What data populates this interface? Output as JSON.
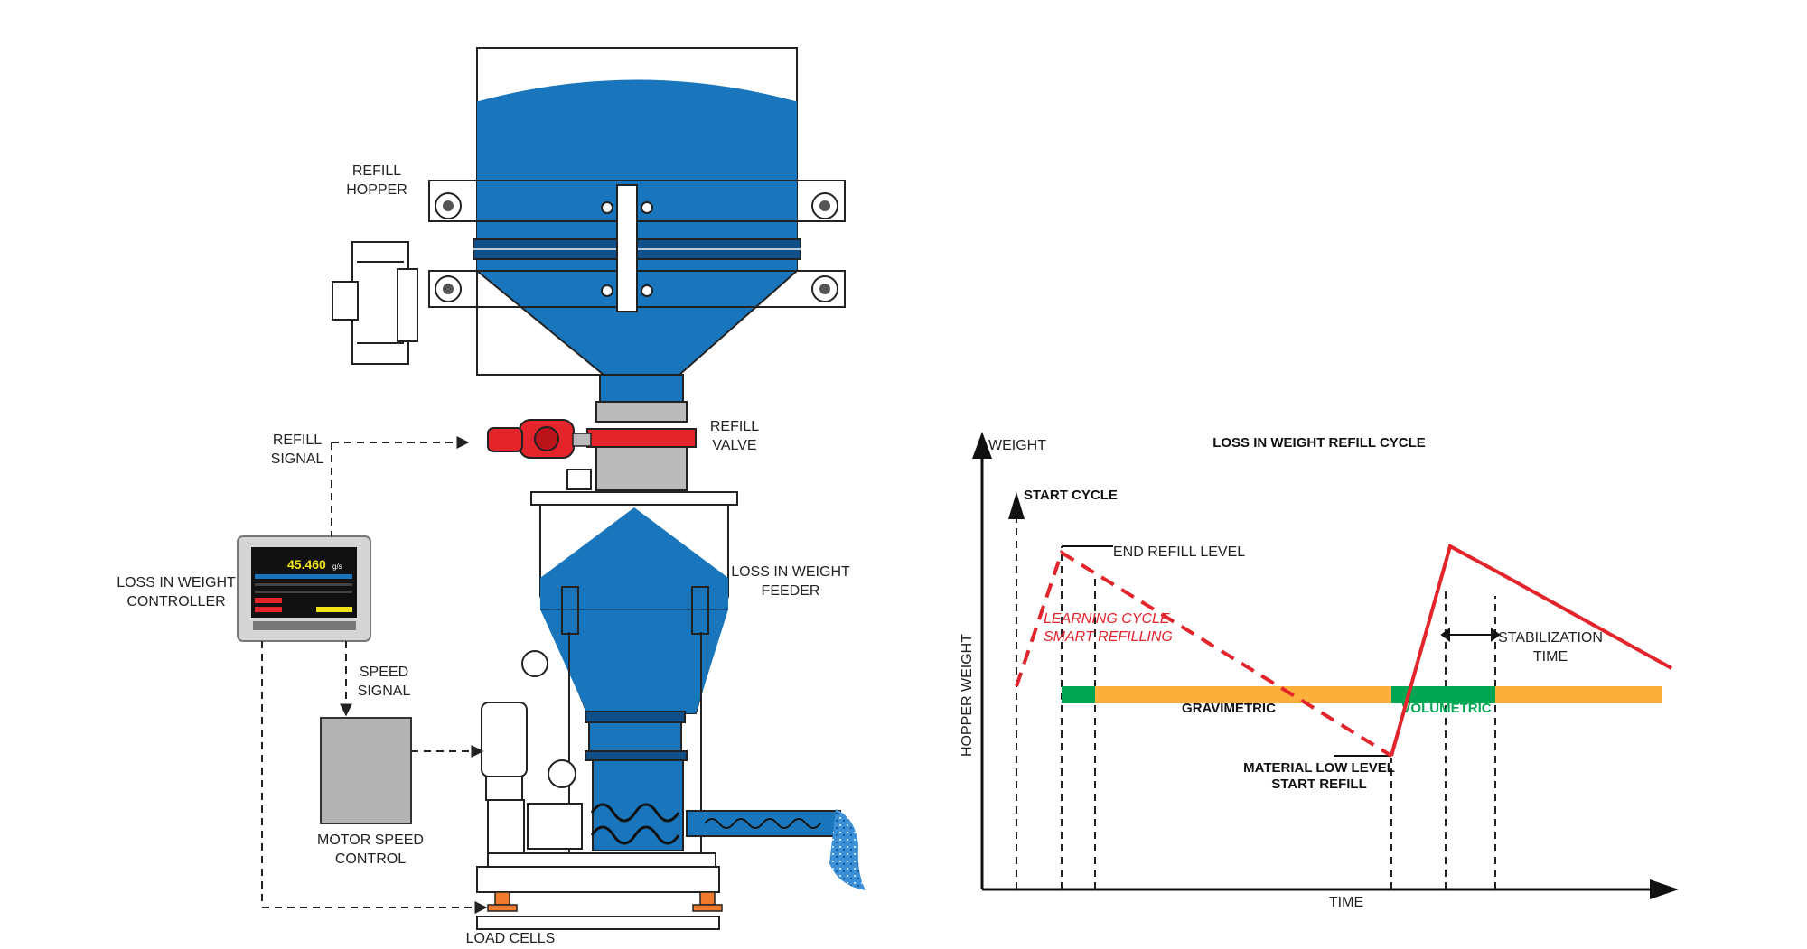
{
  "machine": {
    "refill_hopper": [
      "REFILL",
      "HOPPER"
    ],
    "refill_valve": [
      "REFILL",
      "VALVE"
    ],
    "refill_signal": [
      "REFILL",
      "SIGNAL"
    ],
    "controller": [
      "LOSS IN WEIGHT",
      "CONTROLLER"
    ],
    "feeder": [
      "LOSS IN WEIGHT",
      "FEEDER"
    ],
    "speed_signal": [
      "SPEED",
      "SIGNAL"
    ],
    "motor_speed_control": [
      "MOTOR SPEED",
      "CONTROL"
    ],
    "load_cells": "LOAD CELLS",
    "controller_display": {
      "main_value": "45.460",
      "unit": "g/s"
    }
  },
  "cycle_chart": {
    "title": "LOSS IN WEIGHT REFILL CYCLE",
    "y_top_label": "WEIGHT",
    "y_axis_label": "HOPPER WEIGHT",
    "x_axis_label": "TIME",
    "start_cycle": "START CYCLE",
    "end_refill_level": "END REFILL LEVEL",
    "learning_cycle": [
      "LEARNING CYCLE",
      "SMART REFILLING"
    ],
    "stabilization": [
      "STABILIZATION",
      "TIME"
    ],
    "gravimetric": "GRAVIMETRIC",
    "volumetric": "VOLUMETRIC",
    "low_level": [
      "MATERIAL LOW LEVEL",
      "START REFILL"
    ],
    "colors": {
      "blue": "#1a76bc",
      "red": "#e3242b",
      "orange": "#fbb03b",
      "green": "#00a651"
    }
  }
}
